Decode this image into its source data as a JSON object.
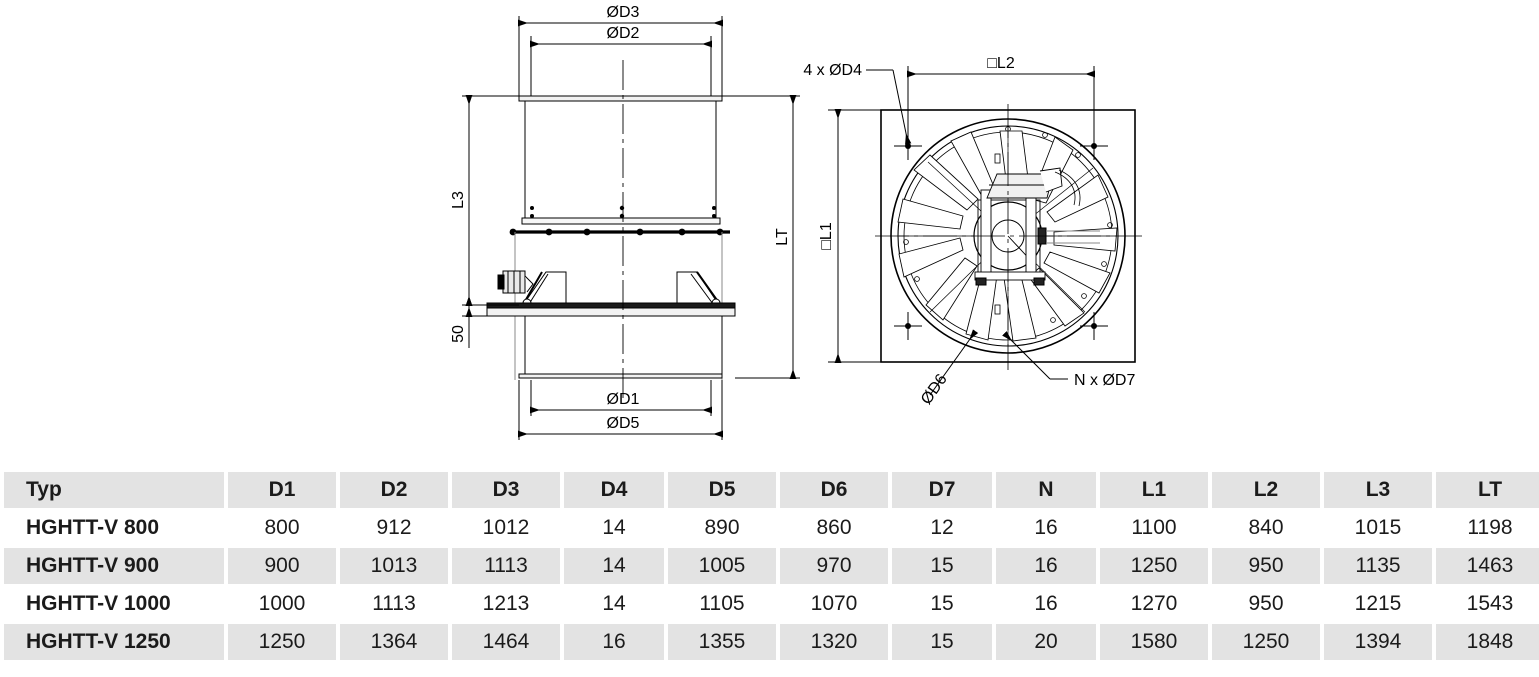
{
  "drawing": {
    "side_view": {
      "name": "side-elevation-view",
      "labels": {
        "d3": "ØD3",
        "d2": "ØD2",
        "d1": "ØD1",
        "d5": "ØD5",
        "l3": "L3",
        "lt": "LT",
        "base_height": "50"
      }
    },
    "front_view": {
      "name": "front-elevation-view",
      "labels": {
        "d4_note": "4 x ØD4",
        "l2": "□L2",
        "l1": "□L1",
        "d6": "ØD6",
        "d7_note": "N x ØD7"
      }
    }
  },
  "table": {
    "name": "dimension-table",
    "headers": [
      "Typ",
      "D1",
      "D2",
      "D3",
      "D4",
      "D5",
      "D6",
      "D7",
      "N",
      "L1",
      "L2",
      "L3",
      "LT"
    ],
    "rows": [
      {
        "typ": "HGHTT-V 800",
        "values": [
          "800",
          "912",
          "1012",
          "14",
          "890",
          "860",
          "12",
          "16",
          "1100",
          "840",
          "1015",
          "1198"
        ]
      },
      {
        "typ": "HGHTT-V 900",
        "values": [
          "900",
          "1013",
          "1113",
          "14",
          "1005",
          "970",
          "15",
          "16",
          "1250",
          "950",
          "1135",
          "1463"
        ]
      },
      {
        "typ": "HGHTT-V 1000",
        "values": [
          "1000",
          "1113",
          "1213",
          "14",
          "1105",
          "1070",
          "15",
          "16",
          "1270",
          "950",
          "1215",
          "1543"
        ]
      },
      {
        "typ": "HGHTT-V 1250",
        "values": [
          "1250",
          "1364",
          "1464",
          "16",
          "1355",
          "1320",
          "15",
          "20",
          "1580",
          "1250",
          "1394",
          "1848"
        ]
      }
    ]
  },
  "colors": {
    "cell_band": "#e3e3e3",
    "cell_plain": "#ffffff",
    "text": "#1b1b1b",
    "line": "#000000"
  }
}
